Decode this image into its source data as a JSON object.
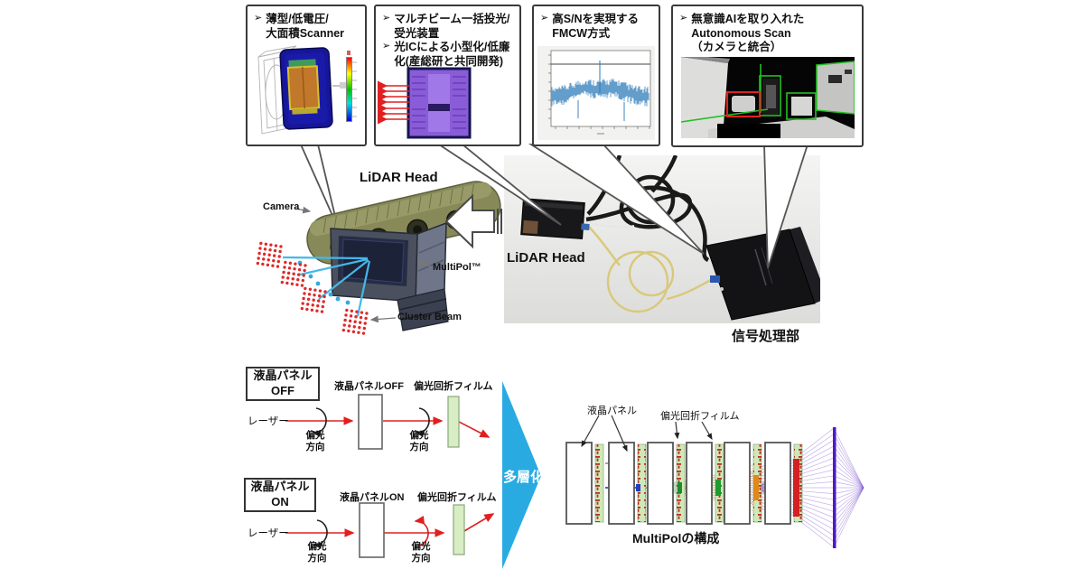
{
  "colors": {
    "accent_cyan": "#29abe2",
    "laser_red": "#e02020",
    "film_green": "#d8edc4",
    "beam_blue": "#45b8e8",
    "chip_purple": "#8a5cd8",
    "callout_border": "#3a3a3a"
  },
  "callouts": {
    "bullet": "➢",
    "box1": {
      "line1": "薄型/低電圧/",
      "line2": "大面積Scanner"
    },
    "box2": {
      "item1": "マルチビーム一括投光/受光装置",
      "item2": "光ICによる小型化/低廉化(産総研と共同開発)"
    },
    "box3": {
      "line1": "高S/Nを実現する",
      "line2": "FMCW方式"
    },
    "box4": {
      "line1": "無意識AIを取り入れた",
      "line2": "Autonomous Scan",
      "line3": "（カメラと統合）"
    }
  },
  "lidar_render": {
    "title": "LiDAR Head",
    "camera_label": "Camera",
    "multipol_label": "MultiPol™",
    "cluster_beam_label": "Cluster Beam"
  },
  "photo": {
    "head_label": "LiDAR Head",
    "processor_label": "信号処理部"
  },
  "polarization": {
    "off": {
      "state_line1": "液晶パネル",
      "state_line2": "OFF",
      "laser": "レーザー",
      "panel_label": "液晶パネルOFF",
      "film_label": "偏光回折フィルム",
      "pol_dir_left": "偏光方向",
      "pol_dir_right": "偏光方向"
    },
    "on": {
      "state_line1": "液晶パネル",
      "state_line2": "ON",
      "laser": "レーザー",
      "panel_label": "液晶パネルON",
      "film_label": "偏光回折フィルム",
      "pol_dir_left": "偏光方向",
      "pol_dir_right": "偏光方向"
    },
    "multilayer_label": "多層化"
  },
  "multipol_diagram": {
    "lcd_label": "液晶パネル",
    "film_label": "偏光回折フィルム",
    "caption": "MultiPolの構成"
  }
}
